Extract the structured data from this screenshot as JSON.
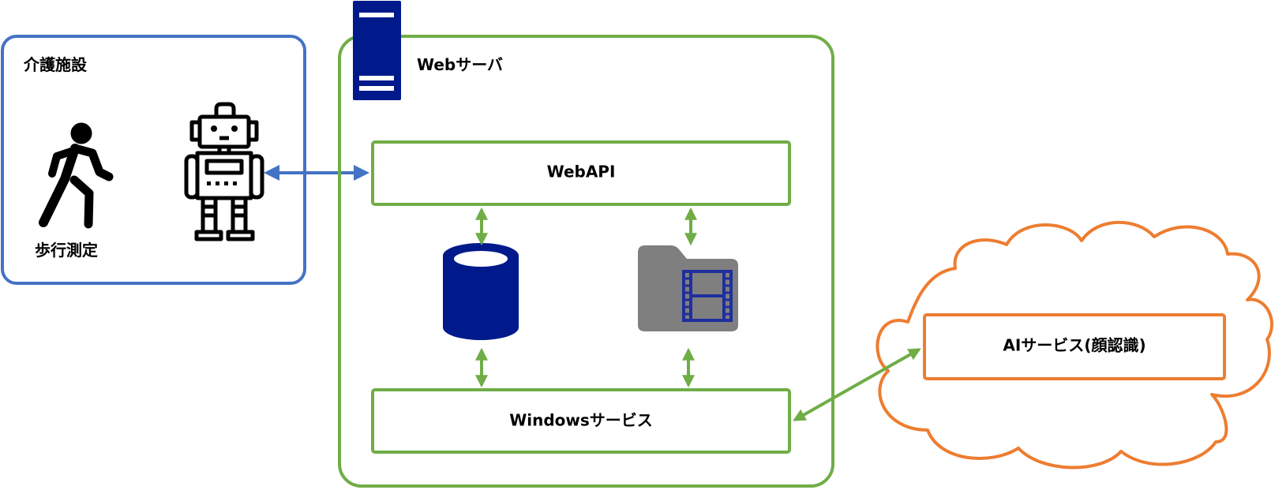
{
  "care_facility": {
    "title": "介護施設",
    "walker_caption": "歩行測定"
  },
  "web_server": {
    "title": "Webサーバ"
  },
  "web_api": {
    "label": "WebAPI"
  },
  "windows_service": {
    "label": "Windowsサービス"
  },
  "ai_service": {
    "label": "AIサービス(顔認識)"
  },
  "colors": {
    "facility_border": "#4472C4",
    "server_border": "#70AD47",
    "cloud_border": "#ED7D31",
    "server_icon": "#001A8C",
    "folder_icon": "#7F7F7F",
    "film_strip": "#1F2F9F",
    "arrow_blue": "#4472C4",
    "arrow_green": "#70AD47"
  },
  "icons": [
    "walking-person-icon",
    "robot-icon",
    "server-tower-icon",
    "database-cylinder-icon",
    "video-folder-icon",
    "cloud-shape"
  ]
}
